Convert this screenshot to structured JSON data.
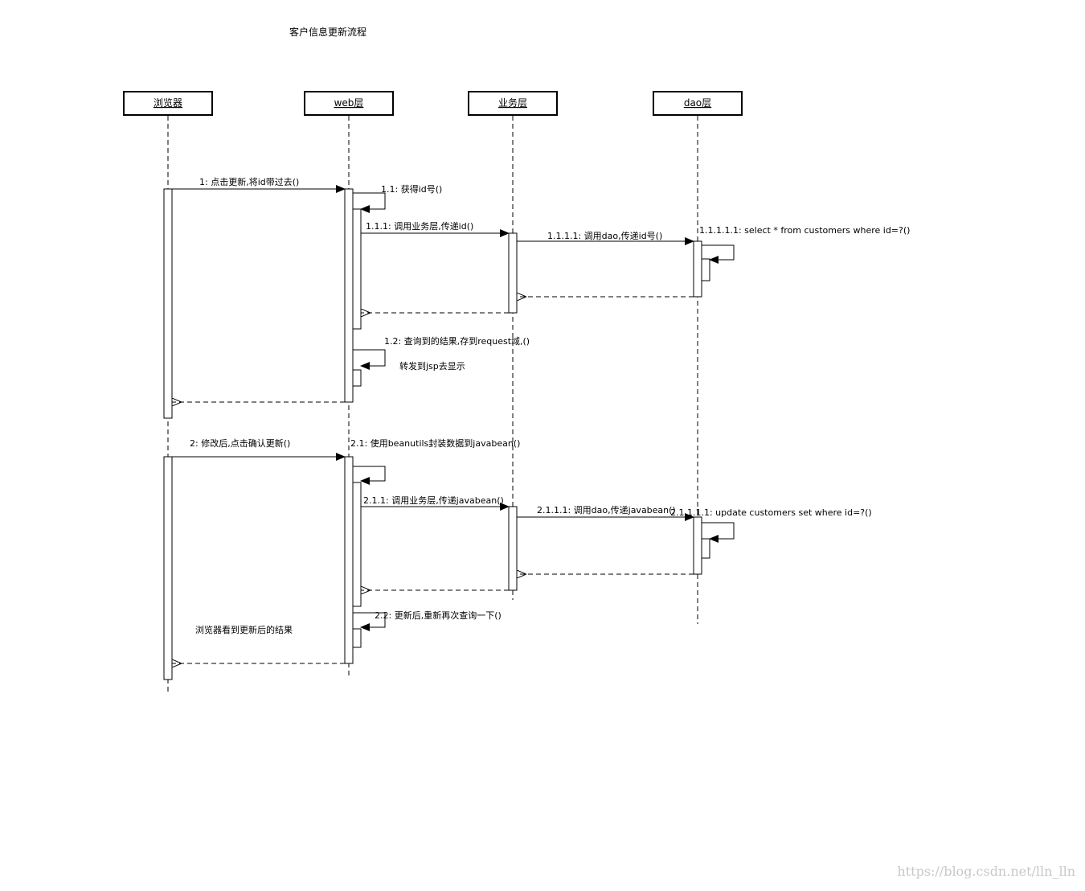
{
  "title": "客户信息更新流程",
  "actors": [
    {
      "id": "browser",
      "label": "浏览器"
    },
    {
      "id": "web",
      "label": "web层"
    },
    {
      "id": "service",
      "label": "业务层"
    },
    {
      "id": "dao",
      "label": "dao层"
    }
  ],
  "messages": {
    "m1": "1: 点击更新,将id带过去()",
    "m1_1": "1.1: 获得id号()",
    "m1_1_1": "1.1.1: 调用业务层,传递id()",
    "m1_1_1_1": "1.1.1.1: 调用dao,传递id号()",
    "m1_1_1_1_1": "1.1.1.1.1: select * from customers where id=?()",
    "m1_2": "1.2: 查询到的结果,存到request域,()",
    "m1_2_note": "转发到jsp去显示",
    "m2": "2: 修改后,点击确认更新()",
    "m2_1": "2.1: 使用beanutils封装数据到javabean()",
    "m2_1_1": "2.1.1: 调用业务层,传递javabean()",
    "m2_1_1_1": "2.1.1.1: 调用dao,传递javabean()",
    "m2_1_1_1_1": "2.1.1.1.1: update customers set   where id=?()",
    "m2_2": "2.2: 更新后,重新再次查询一下()",
    "browser_note": "浏览器看到更新后的结果"
  },
  "watermark": "https://blog.csdn.net/lln_lln"
}
